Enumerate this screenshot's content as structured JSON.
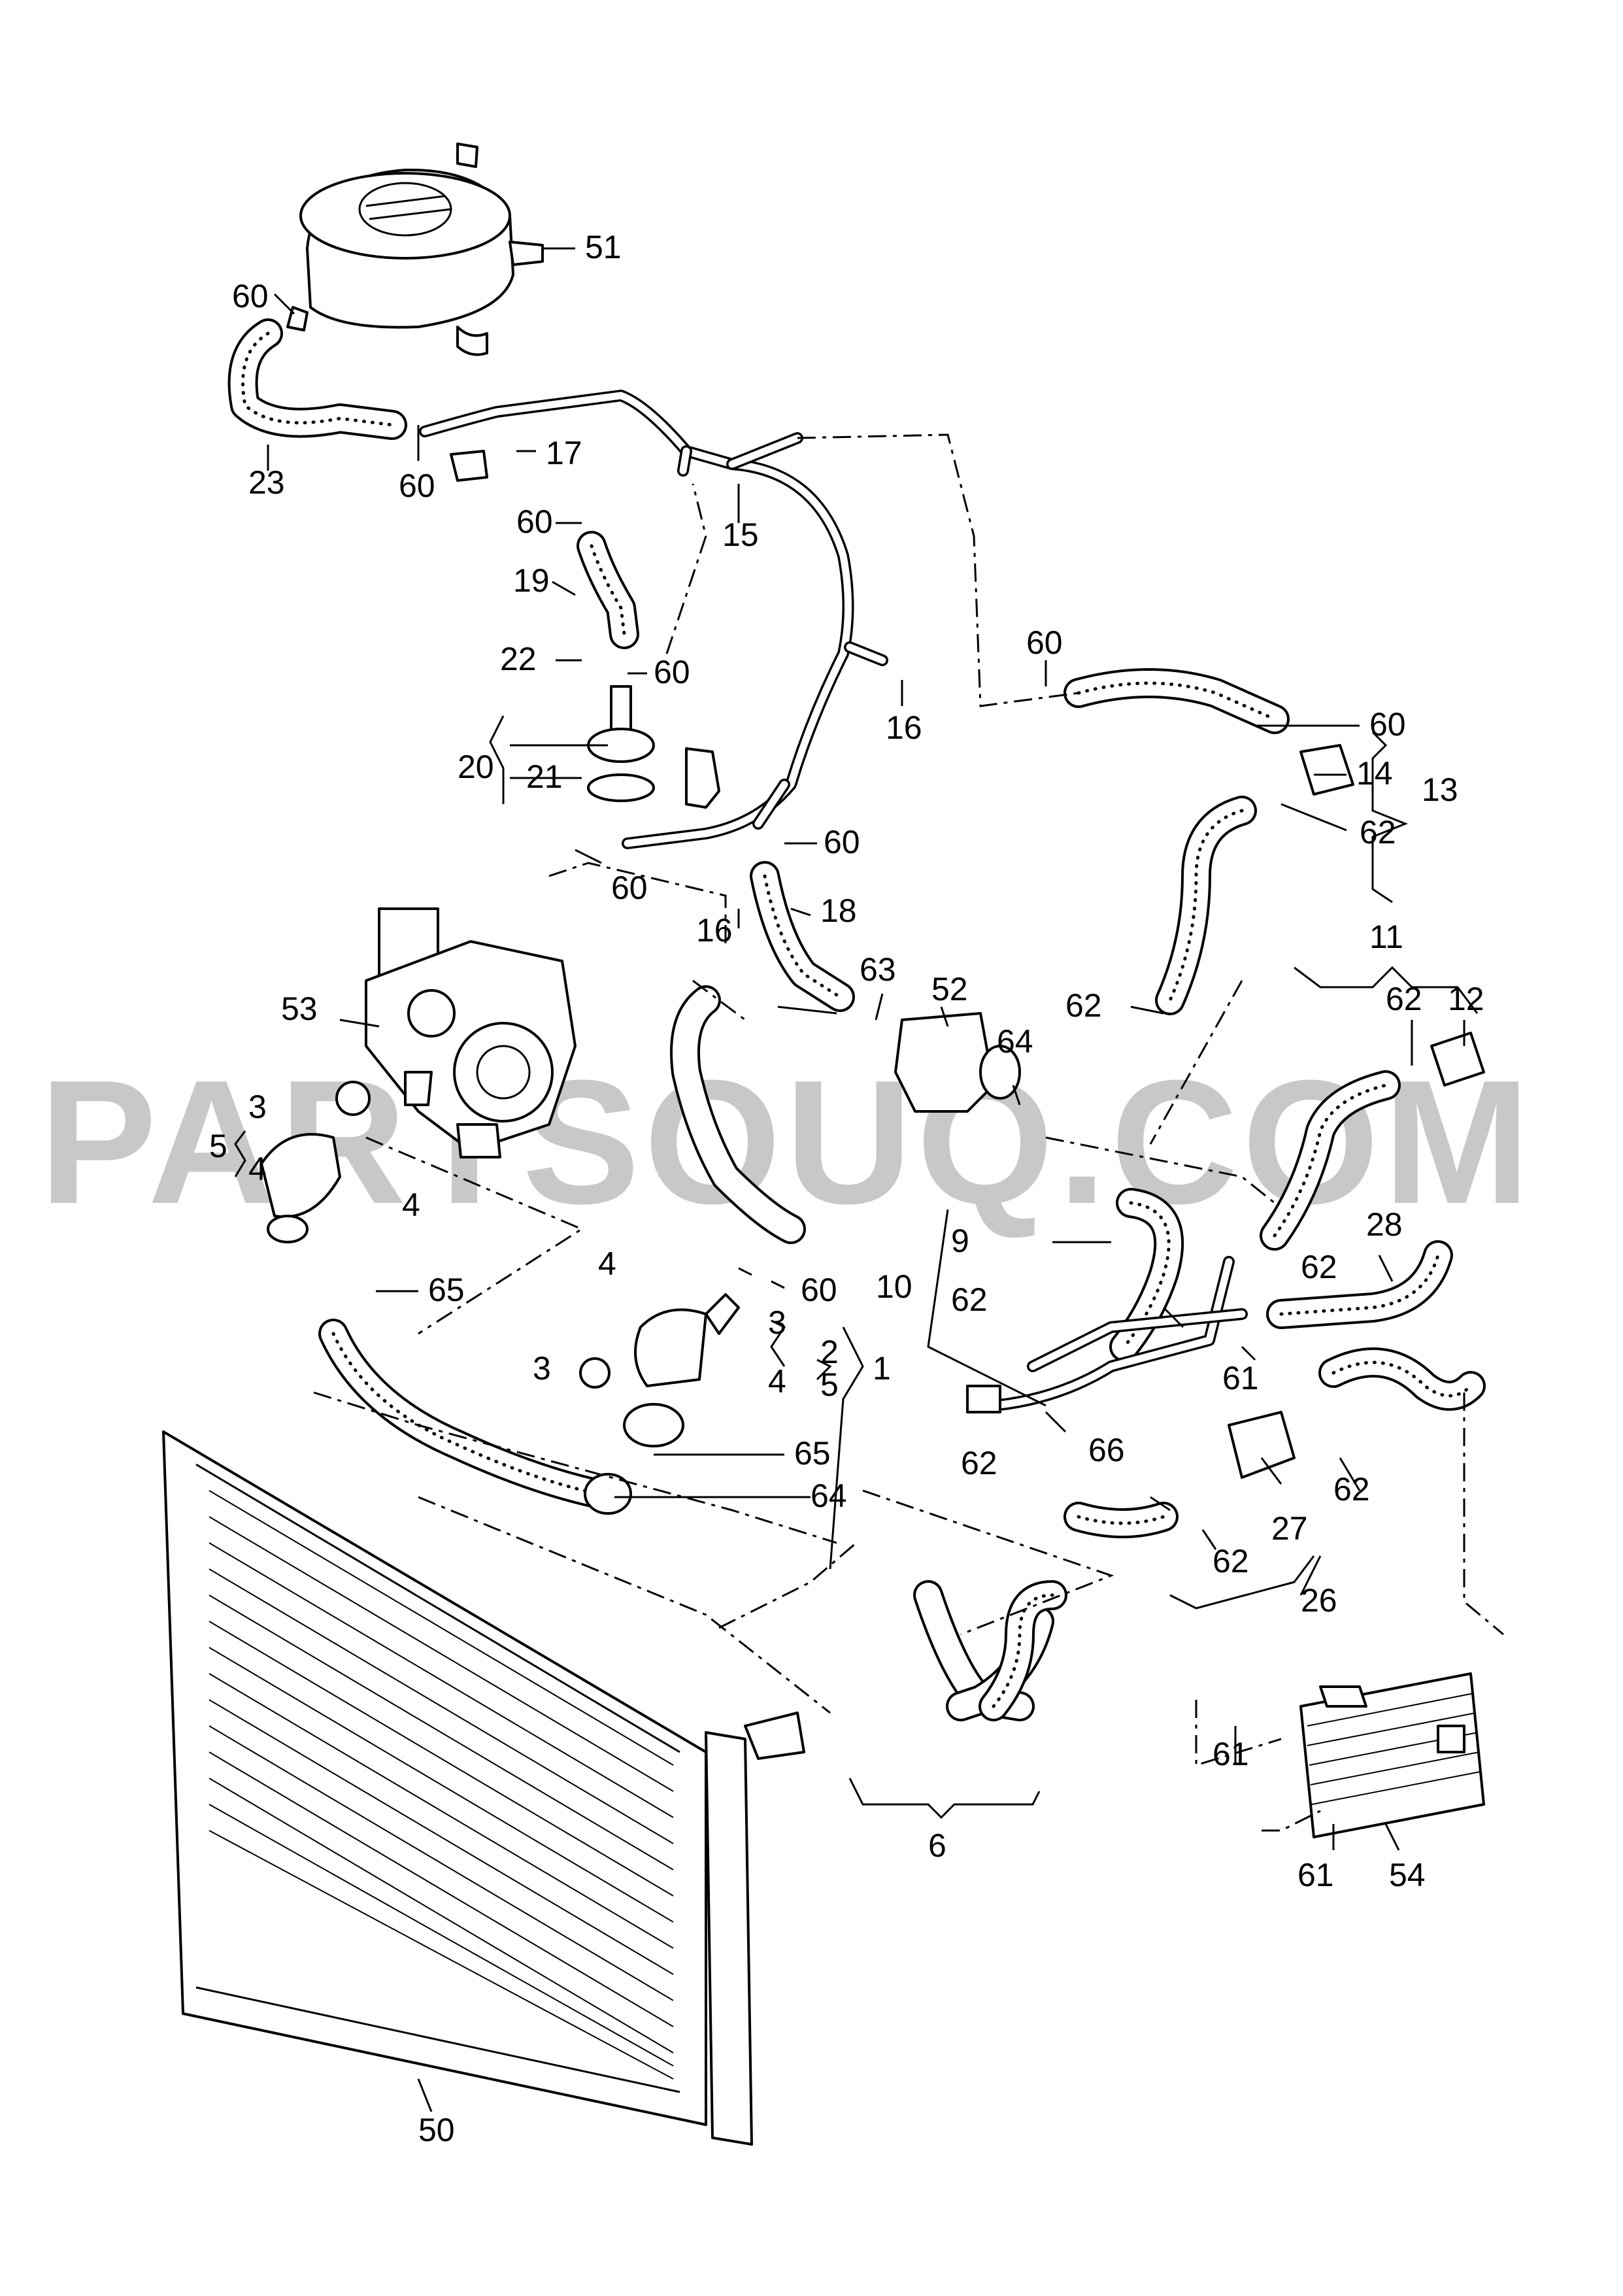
{
  "watermark": "PARTSOUQ.COM",
  "callouts": {
    "c51": "51",
    "c60a": "60",
    "c23": "23",
    "c60b": "60",
    "c17": "17",
    "c15": "15",
    "c60c": "60",
    "c19": "19",
    "c22": "22",
    "c60d": "60",
    "c20": "20",
    "c21": "21",
    "c16a": "16",
    "c60e": "60",
    "c60f": "60",
    "c16b": "16",
    "c18": "18",
    "c60g": "60",
    "c60h": "60",
    "c14": "14",
    "c13": "13",
    "c62a": "62",
    "c53": "53",
    "c63": "63",
    "c52": "52",
    "c64a": "64",
    "c62b": "62",
    "c11": "11",
    "c62c": "62",
    "c12": "12",
    "c5a": "5",
    "c3a": "3",
    "c4a": "4",
    "c4b": "4",
    "c65a": "65",
    "c4c": "4",
    "c60i": "60",
    "c3b": "3",
    "c2": "2",
    "c4d": "4",
    "c5b": "5",
    "c1": "1",
    "c3c": "3",
    "c65b": "65",
    "c64b": "64",
    "c9": "9",
    "c10": "10",
    "c62d": "62",
    "c62e": "62",
    "c28": "28",
    "c61a": "61",
    "c62f": "62",
    "c66": "66",
    "c62g": "62",
    "c27": "27",
    "c62h": "62",
    "c26": "26",
    "c6": "6",
    "c61b": "61",
    "c61c": "61",
    "c54": "54",
    "c50": "50"
  }
}
